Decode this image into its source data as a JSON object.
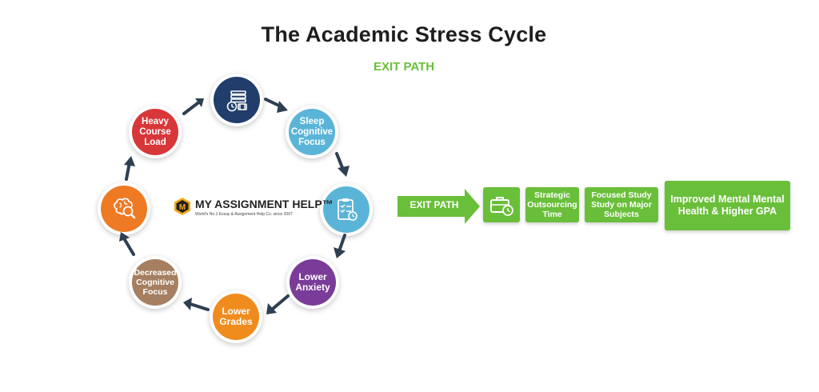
{
  "title": "The Academic Stress Cycle",
  "exit_label_top": "EXIT PATH",
  "cycle": [
    {
      "key": "schedule",
      "label": "",
      "color": "#213d6b",
      "icon": "schedule-icon"
    },
    {
      "key": "sleep",
      "label": "Sleep Cognitive Focus",
      "color": "#5ab4d8",
      "icon": ""
    },
    {
      "key": "checklist",
      "label": "",
      "color": "#5ab4d8",
      "icon": "checklist-icon"
    },
    {
      "key": "anxiety",
      "label": "Lower Anxiety",
      "color": "#7a3c98",
      "icon": ""
    },
    {
      "key": "grades",
      "label": "Lower Grades",
      "color": "#f08c1e",
      "icon": ""
    },
    {
      "key": "cognitive",
      "label": "Decreased Cognitive Focus",
      "color": "#a57f60",
      "icon": ""
    },
    {
      "key": "brain",
      "label": "",
      "color": "#ee7a24",
      "icon": "brain-search-icon"
    },
    {
      "key": "course",
      "label": "Heavy Course Load",
      "color": "#d8373a",
      "icon": ""
    }
  ],
  "brand": {
    "name": "MY ASSIGNMENT HELP™",
    "tagline": "World's No.1 Essay & Assignment Help Co. since 2007",
    "logo_letter": "M"
  },
  "exit_path": {
    "arrow_label": "EXIT PATH",
    "steps": [
      {
        "key": "icon",
        "label": "",
        "icon": "briefcase-clock-icon"
      },
      {
        "key": "outsourcing",
        "label": "Strategic Outsourcing Time"
      },
      {
        "key": "focused",
        "label": "Focused Study Study on Major Subjects"
      },
      {
        "key": "improved",
        "label": "Improved Mental Mental Health & Higher GPA"
      }
    ],
    "color": "#6abf3a"
  },
  "colors": {
    "arrow": "#2e3f52",
    "title": "#1e1e1e",
    "exit_green": "#6abf3a"
  }
}
